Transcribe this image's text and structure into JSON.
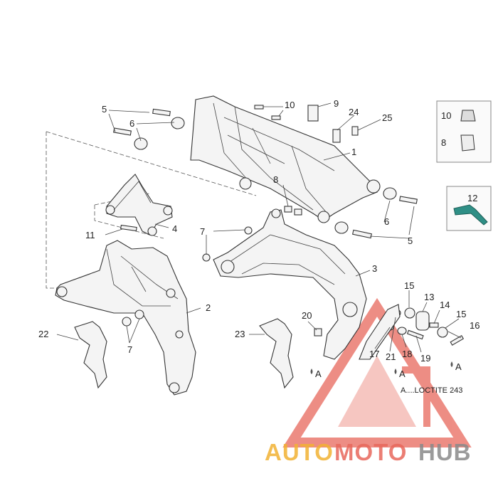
{
  "callouts": {
    "n1": "1",
    "n2": "2",
    "n3": "3",
    "n4": "4",
    "n5a": "5",
    "n5b": "5",
    "n6a": "6",
    "n6b": "6",
    "n7a": "7",
    "n7b": "7",
    "n8": "8",
    "n9": "9",
    "n10": "10",
    "n11": "11",
    "n12": "12",
    "n13": "13",
    "n14": "14",
    "n15a": "15",
    "n15b": "15",
    "n16": "16",
    "n17": "17",
    "n18": "18",
    "n19": "19",
    "n20": "20",
    "n21": "21",
    "n22": "22",
    "n23": "23",
    "n24": "24",
    "n25": "25"
  },
  "inset": {
    "n10": "10",
    "n8": "8",
    "n12": "12"
  },
  "markers": {
    "a1": "A",
    "a2": "A",
    "a3": "A"
  },
  "note": "A....LOCTITE 243",
  "watermark": {
    "part1": "AUTO",
    "part2": "MOTO",
    "part3": "HUB"
  },
  "colors": {
    "watermark_red": "#e8685c",
    "watermark_gold": "#f2b233",
    "watermark_gray": "#8a8a8a",
    "part12_teal": "#2f8f86"
  }
}
